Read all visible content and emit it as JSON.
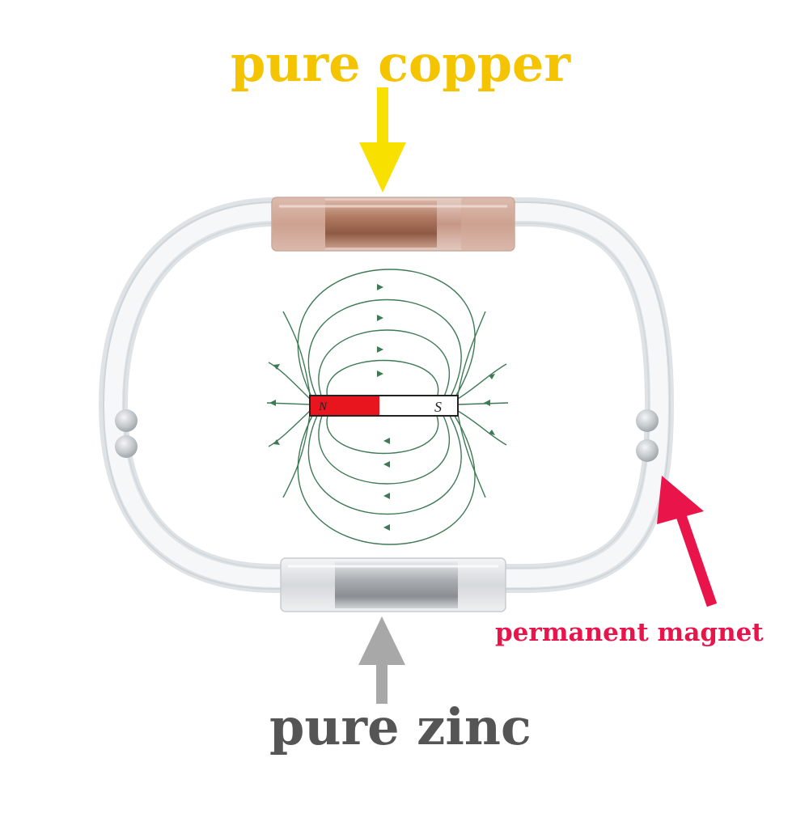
{
  "labels": {
    "copper": "pure copper",
    "zinc": "pure zinc",
    "magnet": "permanent magnet"
  },
  "bar_magnet": {
    "north": "N",
    "south": "S"
  },
  "colors": {
    "copper_label": "#f5c400",
    "copper_arrow": "#f8e000",
    "zinc_label": "#555555",
    "zinc_arrow": "#a8a8a8",
    "magnet_label": "#e8144a",
    "magnet_arrow": "#e8144a",
    "field_lines": "#3d7a55",
    "north_pole": "#e8141e",
    "copper_tube": "#a86a50",
    "zinc_tube": "#b8bcc0"
  }
}
